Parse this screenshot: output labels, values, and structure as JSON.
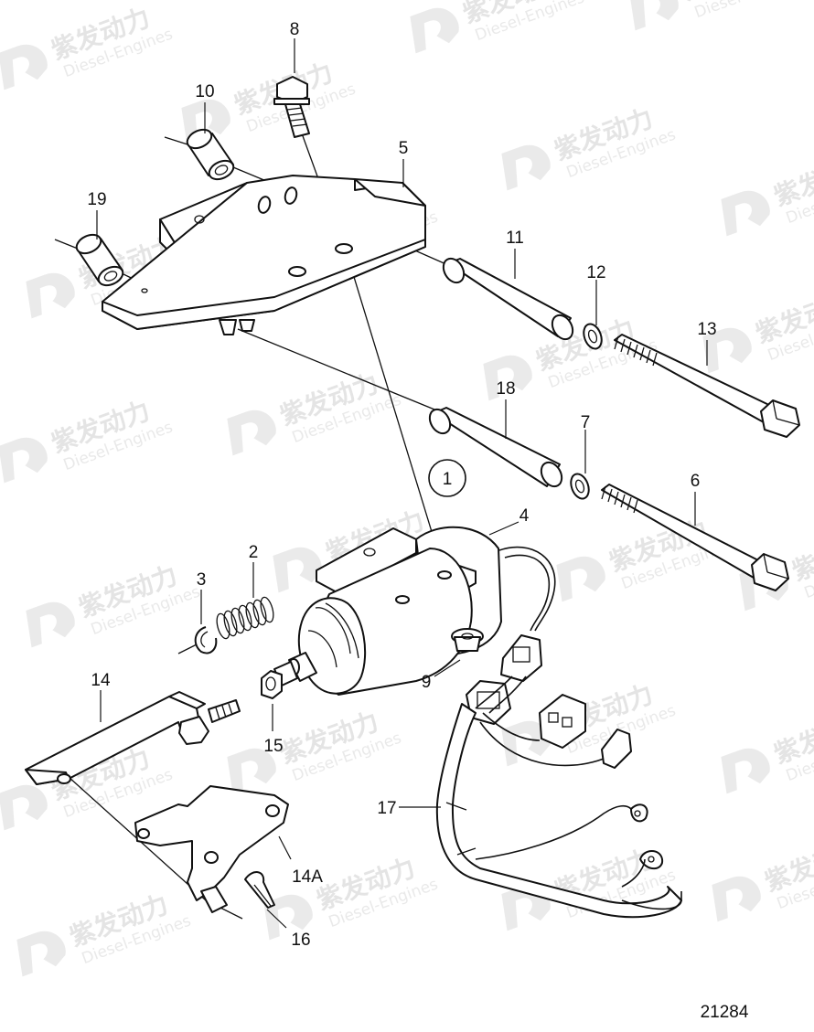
{
  "labels": {
    "p1": "1",
    "p2": "2",
    "p3": "3",
    "p4": "4",
    "p5": "5",
    "p6": "6",
    "p7": "7",
    "p8": "8",
    "p9": "9",
    "p10": "10",
    "p11": "11",
    "p12": "12",
    "p13": "13",
    "p14": "14",
    "p14a": "14A",
    "p15": "15",
    "p16": "16",
    "p17": "17",
    "p18": "18",
    "p19": "19"
  },
  "drawing_number": "21284",
  "watermark": {
    "brand": "紫发动力",
    "sub": "Diesel-Engines"
  },
  "colors": {
    "line": "#111111",
    "watermark": "#cfcfcf",
    "background": "#ffffff"
  }
}
